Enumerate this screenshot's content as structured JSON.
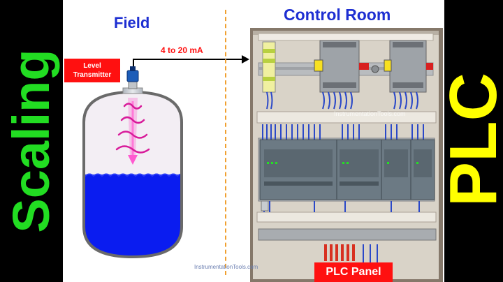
{
  "side_labels": {
    "left": "Scaling",
    "right": "PLC"
  },
  "slide": {
    "field_title": "Field",
    "control_room_title": "Control Room",
    "transmitter_label": "Level\nTransmitter",
    "signal_label": "4 to 20 mA",
    "watermark_photo": "InstrumentationTools.com",
    "watermark_bottom": "InstrumentationTools.com",
    "panel_label": "PLC Panel"
  },
  "colors": {
    "scaling_green": "#22dd22",
    "plc_yellow": "#ffff00",
    "title_blue": "#1e2fd2",
    "label_red": "#ff1010",
    "water_blue": "#0a1cf0",
    "divider_orange": "#f0a030",
    "wave_magenta": "#d81b9a"
  },
  "icons": [
    "transmitter-icon",
    "tank-icon",
    "radar-wave-icon",
    "arrow-right-icon",
    "plc-panel-photo"
  ]
}
